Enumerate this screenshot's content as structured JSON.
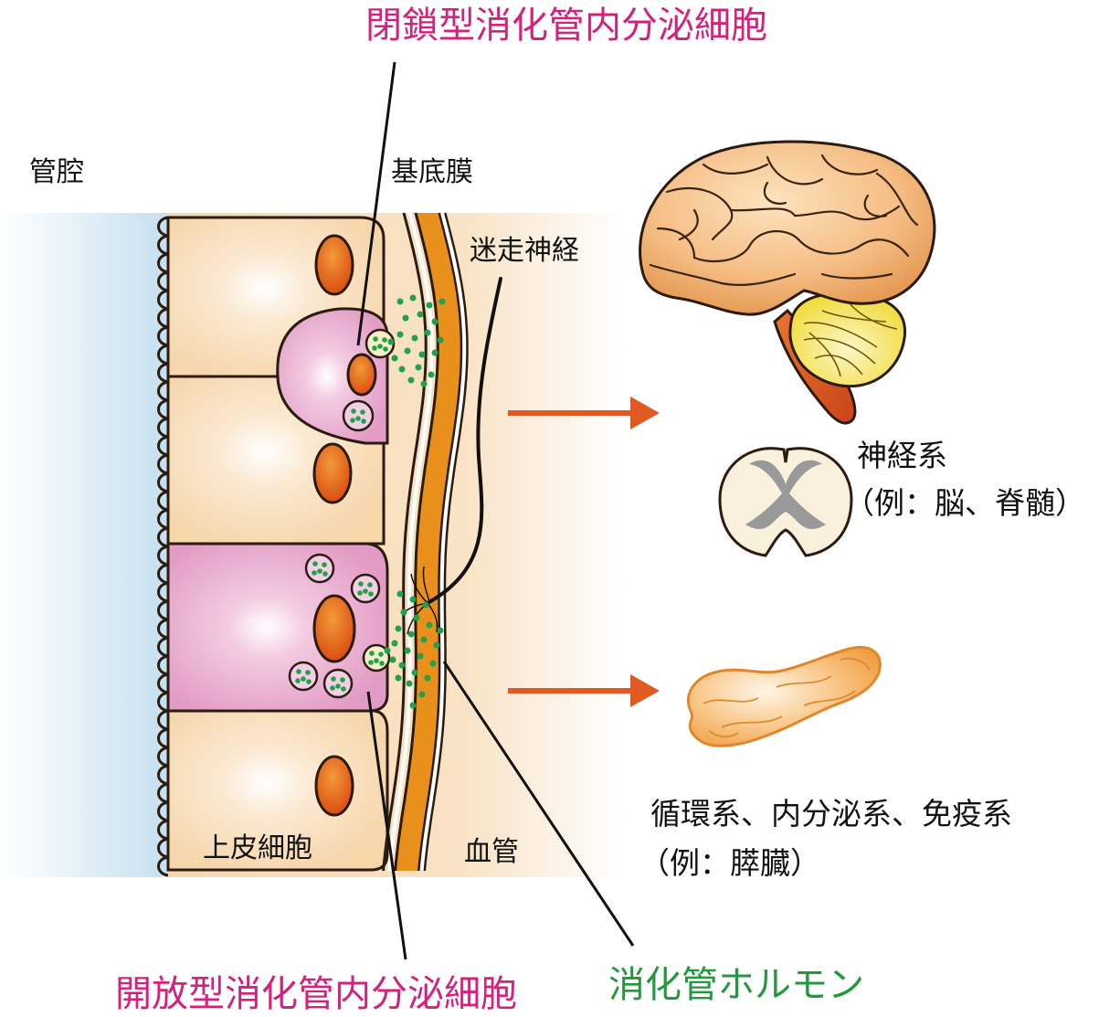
{
  "labels": {
    "closed_type_cell": "閉鎖型消化管内分泌細胞",
    "lumen": "管腔",
    "basement_membrane": "基底膜",
    "vagus_nerve": "迷走神経",
    "nervous_system": "神経系",
    "nervous_example": "（例：脳、脊髄）",
    "other_systems": "循環系、内分泌系、免疫系",
    "other_example": "（例：膵臓）",
    "epithelial_cell": "上皮細胞",
    "blood_vessel": "血管",
    "open_type_cell": "開放型消化管内分泌細胞",
    "gut_hormone": "消化管ホルモン"
  },
  "colors": {
    "accent_pink": "#d5207c",
    "accent_green": "#229a3c",
    "arrow": "#e05a22",
    "cell_fill": "#f8dcb4",
    "endocrine_fill": "#e7a3c9",
    "nucleus": "#e2520f",
    "vessel": "#e8901b",
    "granule": "#22a04a",
    "lumen_blue": "#cfe6f2"
  },
  "icons": [
    "brain-icon",
    "spinal-cord-icon",
    "pancreas-icon",
    "arrow-right-icon"
  ]
}
